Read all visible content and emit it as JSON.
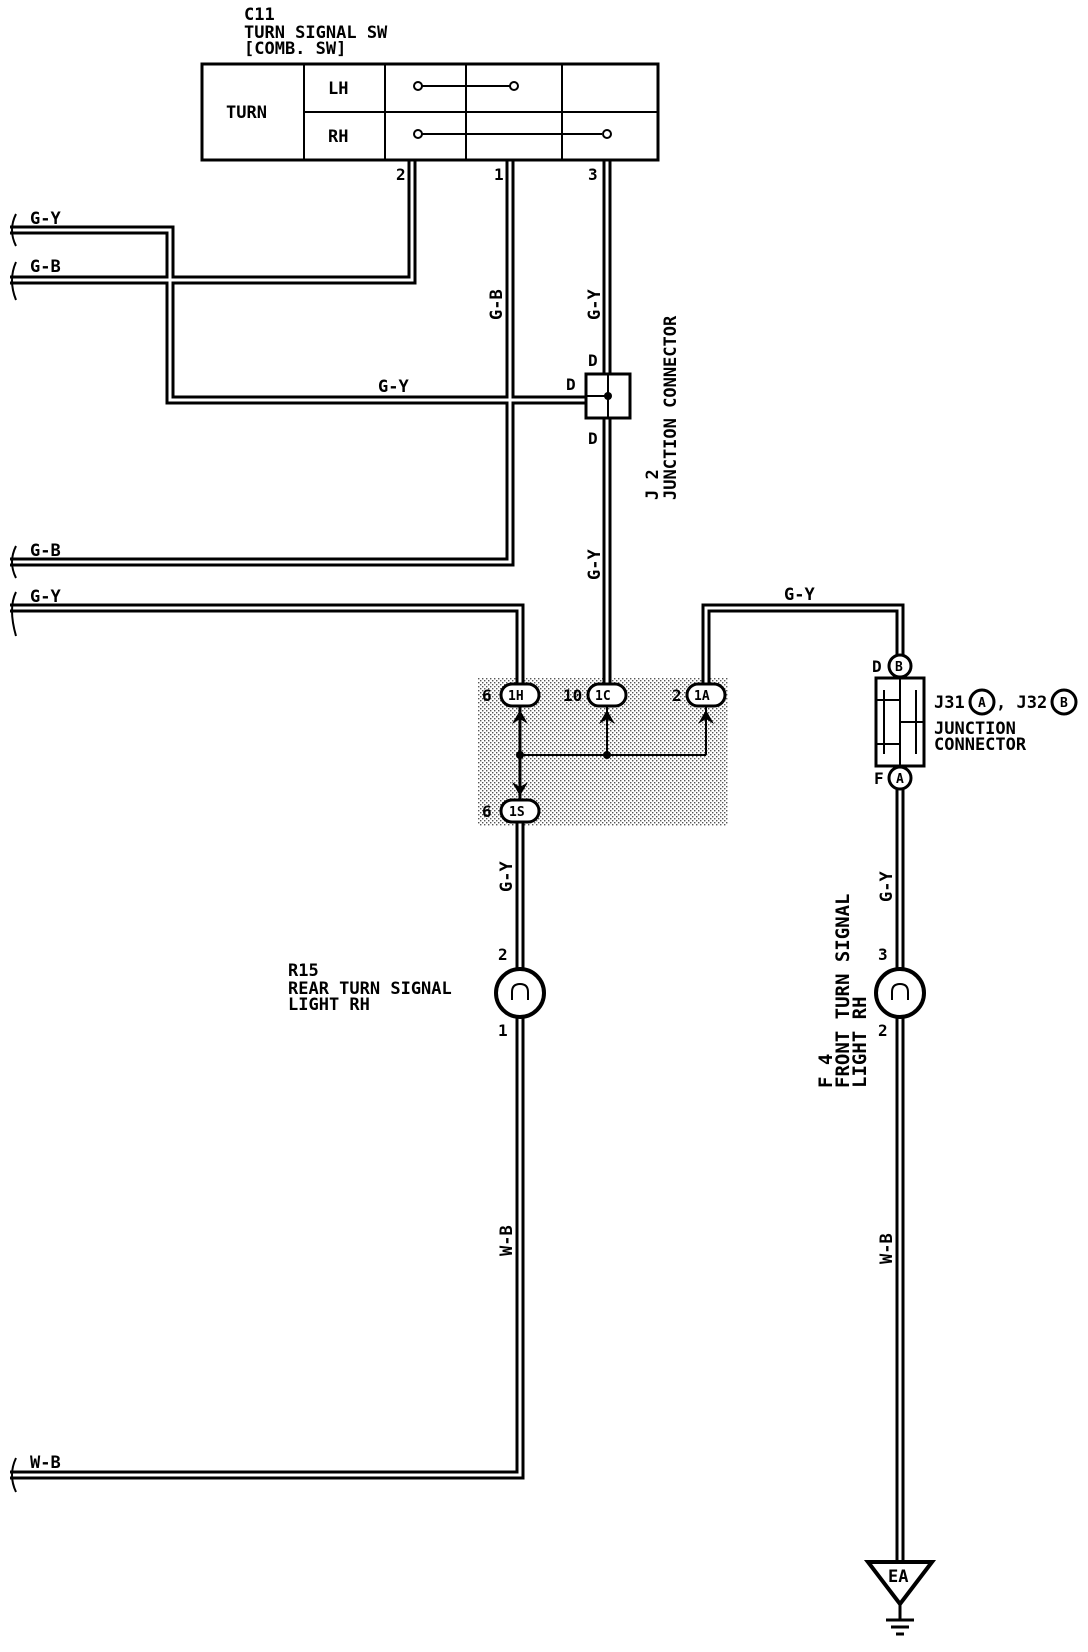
{
  "switch": {
    "code": "C11",
    "name_line1": "TURN SIGNAL SW",
    "name_line2": "[COMB. SW]",
    "turn_label": "TURN",
    "lh_label": "LH",
    "rh_label": "RH",
    "pin_2": "2",
    "pin_1": "1",
    "pin_3": "3"
  },
  "wires": {
    "left_gy_top": "G-Y",
    "left_gb_top": "G-B",
    "left_gb_mid": "G-B",
    "left_gy_mid": "G-Y",
    "left_wb_bottom": "W-B",
    "vert_gb": "G-B",
    "vert_gy_upper": "G-Y",
    "horiz_gy": "G-Y",
    "vert_gy_lower": "G-Y",
    "top_gy_right": "G-Y",
    "rear_gy": "G-Y",
    "rear_wb": "W-B",
    "front_gy": "G-Y",
    "front_wb": "W-B"
  },
  "j2": {
    "pin_top": "D",
    "pin_left": "D",
    "pin_bottom": "D",
    "code": "J 2",
    "name": "JUNCTION CONNECTOR"
  },
  "junction_block": {
    "c1_pin": "6",
    "c1_code": "1H",
    "c2_pin": "10",
    "c2_code": "1C",
    "c3_pin": "2",
    "c3_code": "1A",
    "c4_pin": "6",
    "c4_code": "1S"
  },
  "j31": {
    "pin_top": "D",
    "top_code": "B",
    "pin_bottom": "F",
    "bottom_code": "A",
    "label_j31": "J31",
    "circle_a": "A",
    "label_j32": ", J32",
    "circle_b": "B",
    "name_line1": "JUNCTION",
    "name_line2": "CONNECTOR"
  },
  "rear_light": {
    "code": "R15",
    "name_line1": "REAR TURN SIGNAL",
    "name_line2": "LIGHT RH",
    "pin_top": "2",
    "pin_bottom": "1"
  },
  "front_light": {
    "code": "F 4",
    "name_line1": "FRONT TURN SIGNAL",
    "name_line2": "LIGHT RH",
    "pin_top": "3",
    "pin_bottom": "2"
  },
  "ground": {
    "code": "EA"
  }
}
